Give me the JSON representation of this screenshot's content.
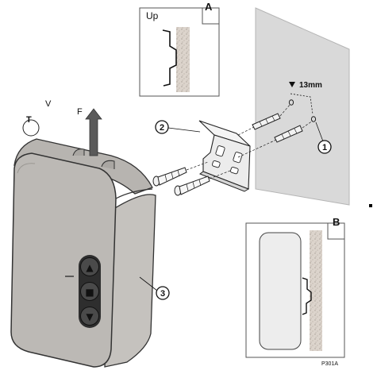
{
  "inset_a": {
    "letter": "A",
    "caption": "Up"
  },
  "inset_b": {
    "letter": "B"
  },
  "wall": {
    "spacing_label": "13mm"
  },
  "callouts": [
    "1",
    "2",
    "3"
  ],
  "unit_labels": {
    "t": "T",
    "v": "V",
    "f": "F"
  },
  "controls": [
    {
      "icon": "triangle-up-icon",
      "glyph": "▲"
    },
    {
      "icon": "square-stop-icon",
      "glyph": "■"
    },
    {
      "icon": "triangle-down-icon",
      "glyph": "▼"
    }
  ],
  "footer": {
    "code": "P301A"
  },
  "colors": {
    "wall": "#d9d9d9",
    "device_body": "#bdbab6",
    "device_face": "#c7c4c0",
    "bracket": "#efefef",
    "button": "#3b3b3b",
    "concrete": "#d8d0c7"
  }
}
